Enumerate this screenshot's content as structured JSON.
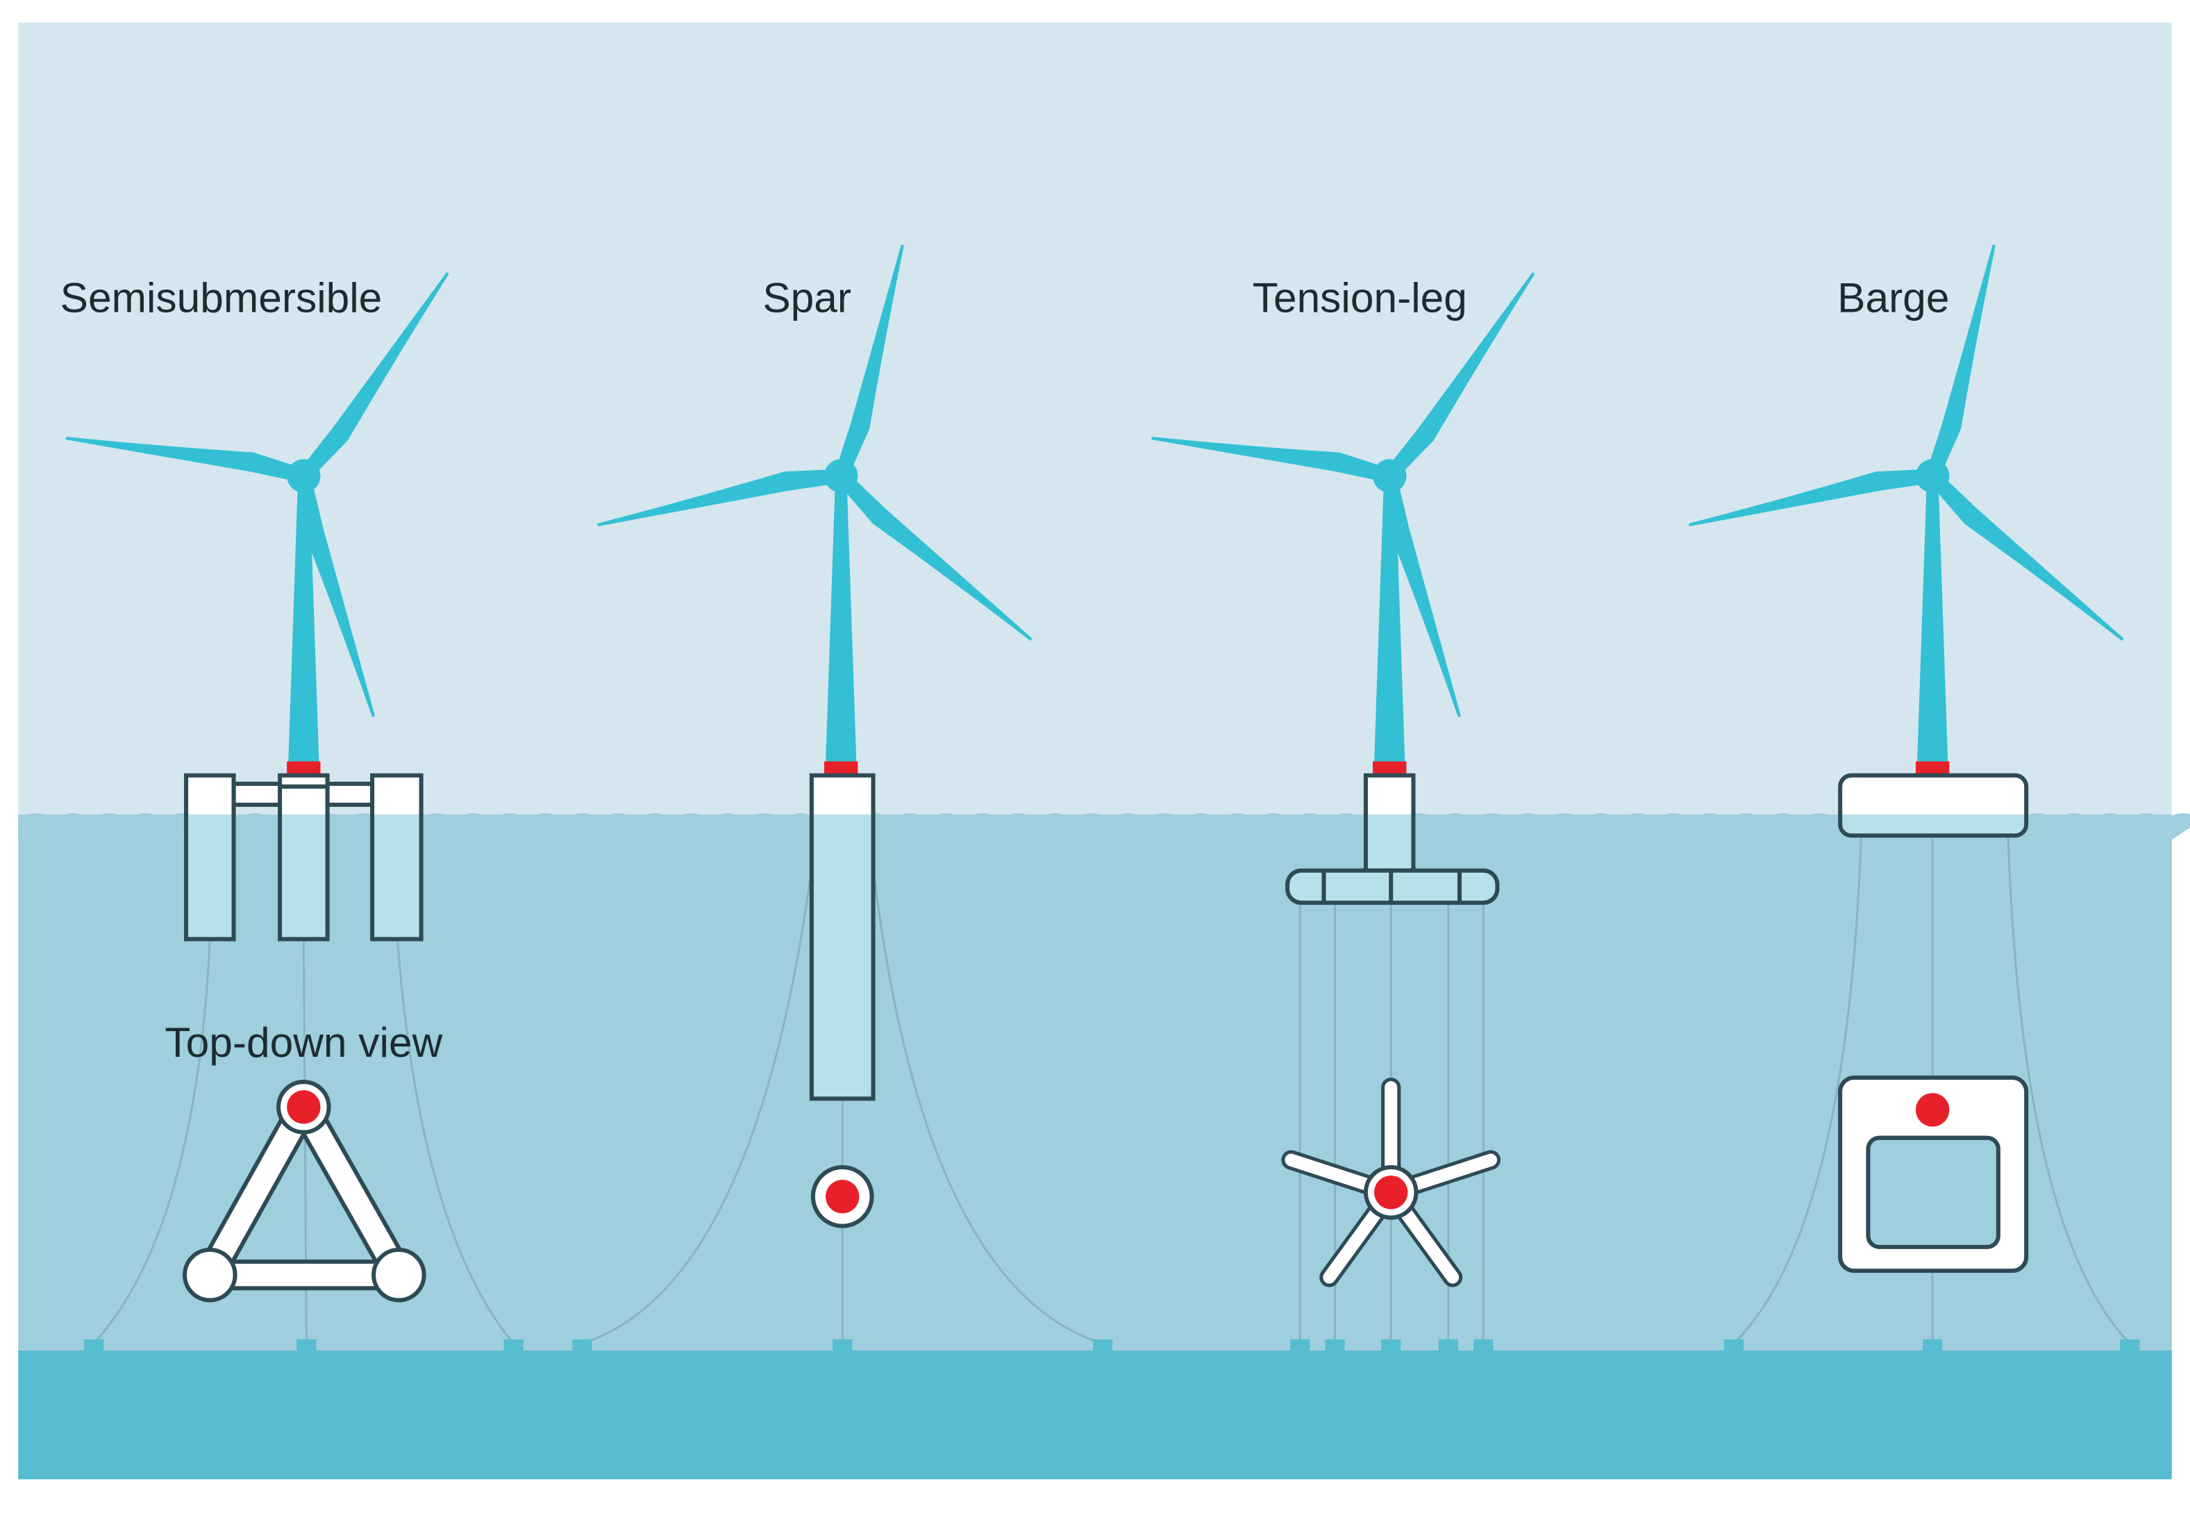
{
  "labels": {
    "semisubmersible": "Semisubmersible",
    "spar": "Spar",
    "tension_leg": "Tension-leg",
    "barge": "Barge",
    "top_down_view": "Top-down view"
  },
  "colors": {
    "sky": "#d5e6ef",
    "water": "#9fcedd",
    "seabed": "#57bdd1",
    "turbine": "#33c0d4",
    "accent_red": "#e8202a",
    "outline": "#2e4a55",
    "submerged_fill": "#b8e0ea",
    "mooring": "#86b4c2"
  }
}
